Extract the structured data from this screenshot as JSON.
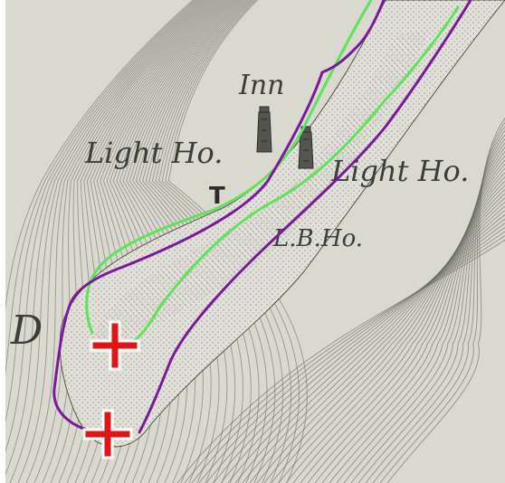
{
  "map": {
    "labels": {
      "inn": "Inn",
      "light_ho_left": "Light Ho.",
      "light_ho_right": "Light Ho.",
      "lbho": "L.B.Ho.",
      "edge_letter": "D"
    },
    "colors": {
      "paper": "#d9d9cf",
      "sea_hatch": "#6b6b66",
      "spit": "#e1e1d9",
      "stipple": "#4a4a46",
      "ink": "#3d3d3a",
      "route_green": "#5ee35a",
      "route_purple": "#7a1a9a",
      "marker_red": "#e01515",
      "marker_outline": "#ffffff"
    },
    "symbols": [
      "lighthouse-icon",
      "lighthouse-icon",
      "telephone-T-symbol",
      "red-cross-marker",
      "red-cross-marker"
    ]
  }
}
